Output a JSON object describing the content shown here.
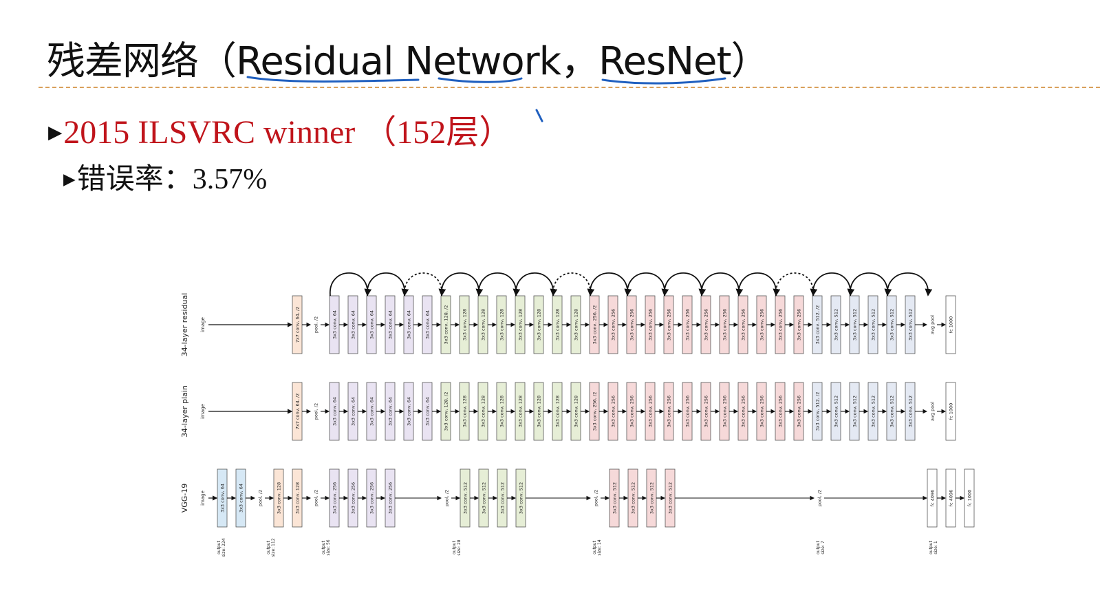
{
  "slide": {
    "title": "残差网络（Residual Network，ResNet）",
    "bullet1": "2015 ILSVRC winner （152层）",
    "bullet2": "错误率：3.57%"
  },
  "diagram": {
    "rows": [
      {
        "name": "34-layer residual",
        "input": "image",
        "blocks": [
          {
            "label": "7x7 conv, 64, /2",
            "stage": "c7"
          },
          {
            "label": "pool, /2",
            "stage": "pool"
          },
          {
            "label": "3x3 conv, 64",
            "stage": "s64"
          },
          {
            "label": "3x3 conv, 64",
            "stage": "s64"
          },
          {
            "label": "3x3 conv, 64",
            "stage": "s64"
          },
          {
            "label": "3x3 conv, 64",
            "stage": "s64"
          },
          {
            "label": "3x3 conv, 64",
            "stage": "s64"
          },
          {
            "label": "3x3 conv, 64",
            "stage": "s64"
          },
          {
            "label": "3x3 conv, 128, /2",
            "stage": "s128"
          },
          {
            "label": "3x3 conv, 128",
            "stage": "s128"
          },
          {
            "label": "3x3 conv, 128",
            "stage": "s128"
          },
          {
            "label": "3x3 conv, 128",
            "stage": "s128"
          },
          {
            "label": "3x3 conv, 128",
            "stage": "s128"
          },
          {
            "label": "3x3 conv, 128",
            "stage": "s128"
          },
          {
            "label": "3x3 conv, 128",
            "stage": "s128"
          },
          {
            "label": "3x3 conv, 128",
            "stage": "s128"
          },
          {
            "label": "3x3 conv, 256, /2",
            "stage": "s256"
          },
          {
            "label": "3x3 conv, 256",
            "stage": "s256"
          },
          {
            "label": "3x3 conv, 256",
            "stage": "s256"
          },
          {
            "label": "3x3 conv, 256",
            "stage": "s256"
          },
          {
            "label": "3x3 conv, 256",
            "stage": "s256"
          },
          {
            "label": "3x3 conv, 256",
            "stage": "s256"
          },
          {
            "label": "3x3 conv, 256",
            "stage": "s256"
          },
          {
            "label": "3x3 conv, 256",
            "stage": "s256"
          },
          {
            "label": "3x3 conv, 256",
            "stage": "s256"
          },
          {
            "label": "3x3 conv, 256",
            "stage": "s256"
          },
          {
            "label": "3x3 conv, 256",
            "stage": "s256"
          },
          {
            "label": "3x3 conv, 256",
            "stage": "s256"
          },
          {
            "label": "3x3 conv, 512, /2",
            "stage": "s512"
          },
          {
            "label": "3x3 conv, 512",
            "stage": "s512"
          },
          {
            "label": "3x3 conv, 512",
            "stage": "s512"
          },
          {
            "label": "3x3 conv, 512",
            "stage": "s512"
          },
          {
            "label": "3x3 conv, 512",
            "stage": "s512"
          },
          {
            "label": "3x3 conv, 512",
            "stage": "s512"
          },
          {
            "label": "avg pool",
            "stage": "pool"
          },
          {
            "label": "fc 1000",
            "stage": "fc"
          }
        ]
      },
      {
        "name": "34-layer plain",
        "input": "image",
        "blocks": [
          {
            "label": "7x7 conv, 64, /2",
            "stage": "c7"
          },
          {
            "label": "pool, /2",
            "stage": "pool"
          },
          {
            "label": "3x3 conv, 64",
            "stage": "s64"
          },
          {
            "label": "3x3 conv, 64",
            "stage": "s64"
          },
          {
            "label": "3x3 conv, 64",
            "stage": "s64"
          },
          {
            "label": "3x3 conv, 64",
            "stage": "s64"
          },
          {
            "label": "3x3 conv, 64",
            "stage": "s64"
          },
          {
            "label": "3x3 conv, 64",
            "stage": "s64"
          },
          {
            "label": "3x3 conv, 128, /2",
            "stage": "s128"
          },
          {
            "label": "3x3 conv, 128",
            "stage": "s128"
          },
          {
            "label": "3x3 conv, 128",
            "stage": "s128"
          },
          {
            "label": "3x3 conv, 128",
            "stage": "s128"
          },
          {
            "label": "3x3 conv, 128",
            "stage": "s128"
          },
          {
            "label": "3x3 conv, 128",
            "stage": "s128"
          },
          {
            "label": "3x3 conv, 128",
            "stage": "s128"
          },
          {
            "label": "3x3 conv, 128",
            "stage": "s128"
          },
          {
            "label": "3x3 conv, 256, /2",
            "stage": "s256"
          },
          {
            "label": "3x3 conv, 256",
            "stage": "s256"
          },
          {
            "label": "3x3 conv, 256",
            "stage": "s256"
          },
          {
            "label": "3x3 conv, 256",
            "stage": "s256"
          },
          {
            "label": "3x3 conv, 256",
            "stage": "s256"
          },
          {
            "label": "3x3 conv, 256",
            "stage": "s256"
          },
          {
            "label": "3x3 conv, 256",
            "stage": "s256"
          },
          {
            "label": "3x3 conv, 256",
            "stage": "s256"
          },
          {
            "label": "3x3 conv, 256",
            "stage": "s256"
          },
          {
            "label": "3x3 conv, 256",
            "stage": "s256"
          },
          {
            "label": "3x3 conv, 256",
            "stage": "s256"
          },
          {
            "label": "3x3 conv, 256",
            "stage": "s256"
          },
          {
            "label": "3x3 conv, 512, /2",
            "stage": "s512"
          },
          {
            "label": "3x3 conv, 512",
            "stage": "s512"
          },
          {
            "label": "3x3 conv, 512",
            "stage": "s512"
          },
          {
            "label": "3x3 conv, 512",
            "stage": "s512"
          },
          {
            "label": "3x3 conv, 512",
            "stage": "s512"
          },
          {
            "label": "3x3 conv, 512",
            "stage": "s512"
          },
          {
            "label": "avg pool",
            "stage": "pool"
          },
          {
            "label": "fc 1000",
            "stage": "fc"
          }
        ]
      },
      {
        "name": "VGG-19",
        "input": "image",
        "blocks": [
          {
            "label": "3x3 conv, 64",
            "stage": "v64"
          },
          {
            "label": "3x3 conv, 64",
            "stage": "v64"
          },
          {
            "label": "pool, /2",
            "stage": "pool"
          },
          {
            "label": "3x3 conv, 128",
            "stage": "c7"
          },
          {
            "label": "3x3 conv, 128",
            "stage": "c7"
          },
          {
            "label": "pool, /2",
            "stage": "pool"
          },
          {
            "label": "3x3 conv, 256",
            "stage": "s64"
          },
          {
            "label": "3x3 conv, 256",
            "stage": "s64"
          },
          {
            "label": "3x3 conv, 256",
            "stage": "s64"
          },
          {
            "label": "3x3 conv, 256",
            "stage": "s64"
          },
          {
            "label": "pool, /2",
            "stage": "pool"
          },
          {
            "label": "3x3 conv, 512",
            "stage": "s128"
          },
          {
            "label": "3x3 conv, 512",
            "stage": "s128"
          },
          {
            "label": "3x3 conv, 512",
            "stage": "s128"
          },
          {
            "label": "3x3 conv, 512",
            "stage": "s128"
          },
          {
            "label": "pool, /2",
            "stage": "pool"
          },
          {
            "label": "3x3 conv, 512",
            "stage": "s256"
          },
          {
            "label": "3x3 conv, 512",
            "stage": "s256"
          },
          {
            "label": "3x3 conv, 512",
            "stage": "s256"
          },
          {
            "label": "3x3 conv, 512",
            "stage": "s256"
          },
          {
            "label": "pool, /2",
            "stage": "pool"
          },
          {
            "label": "fc 4096",
            "stage": "fc"
          },
          {
            "label": "fc 4096",
            "stage": "fc"
          },
          {
            "label": "fc 1000",
            "stage": "fc"
          }
        ]
      }
    ],
    "output_sizes": [
      "output size: 224",
      "output size: 112",
      "output size: 56",
      "output size: 28",
      "output size: 14",
      "output size: 7",
      "output size: 1"
    ],
    "stage_colors": {
      "c7": "#fbe5d6",
      "s64": "#e9e3f2",
      "s128": "#e6eed6",
      "s256": "#f6d9d9",
      "s512": "#e4e9f3",
      "v64": "#d6e8f5",
      "pool": "none",
      "fc": "#ffffff"
    },
    "annotation_color": "#1f5fbf"
  }
}
